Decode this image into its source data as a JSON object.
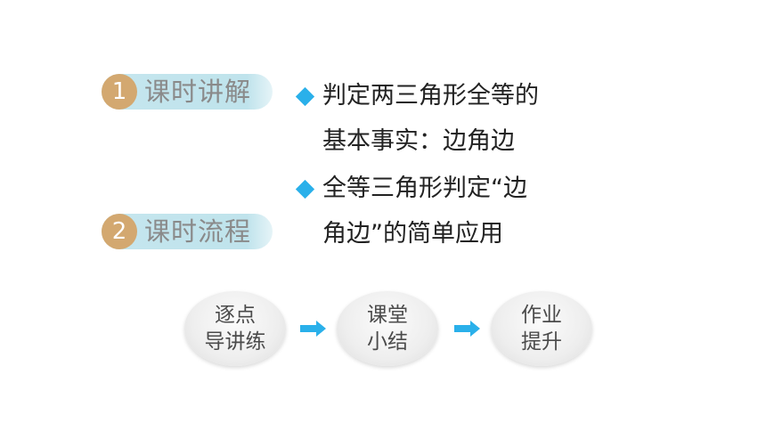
{
  "sections": [
    {
      "number": "1",
      "label": "课时讲解"
    },
    {
      "number": "2",
      "label": "课时流程"
    }
  ],
  "points": [
    {
      "lines": [
        "判定两三角形全等的",
        "基本事实：边角边"
      ]
    },
    {
      "lines": [
        "全等三角形判定“边",
        "角边”的简单应用"
      ]
    }
  ],
  "flow": [
    {
      "line1": "逐点",
      "line2": "导讲练"
    },
    {
      "line1": "课堂",
      "line2": "小结"
    },
    {
      "line1": "作业",
      "line2": "提升"
    }
  ],
  "colors": {
    "number_badge": "#d3a870",
    "section_bar": "#bfe3ec",
    "section_text": "#8a8a8a",
    "diamond": "#2ab0ea",
    "arrow": "#2ab0ea",
    "flow_text": "#4b4b4b"
  },
  "icons": {
    "bullet": "diamond-bullet-icon",
    "flow_connector": "right-arrow-icon"
  }
}
